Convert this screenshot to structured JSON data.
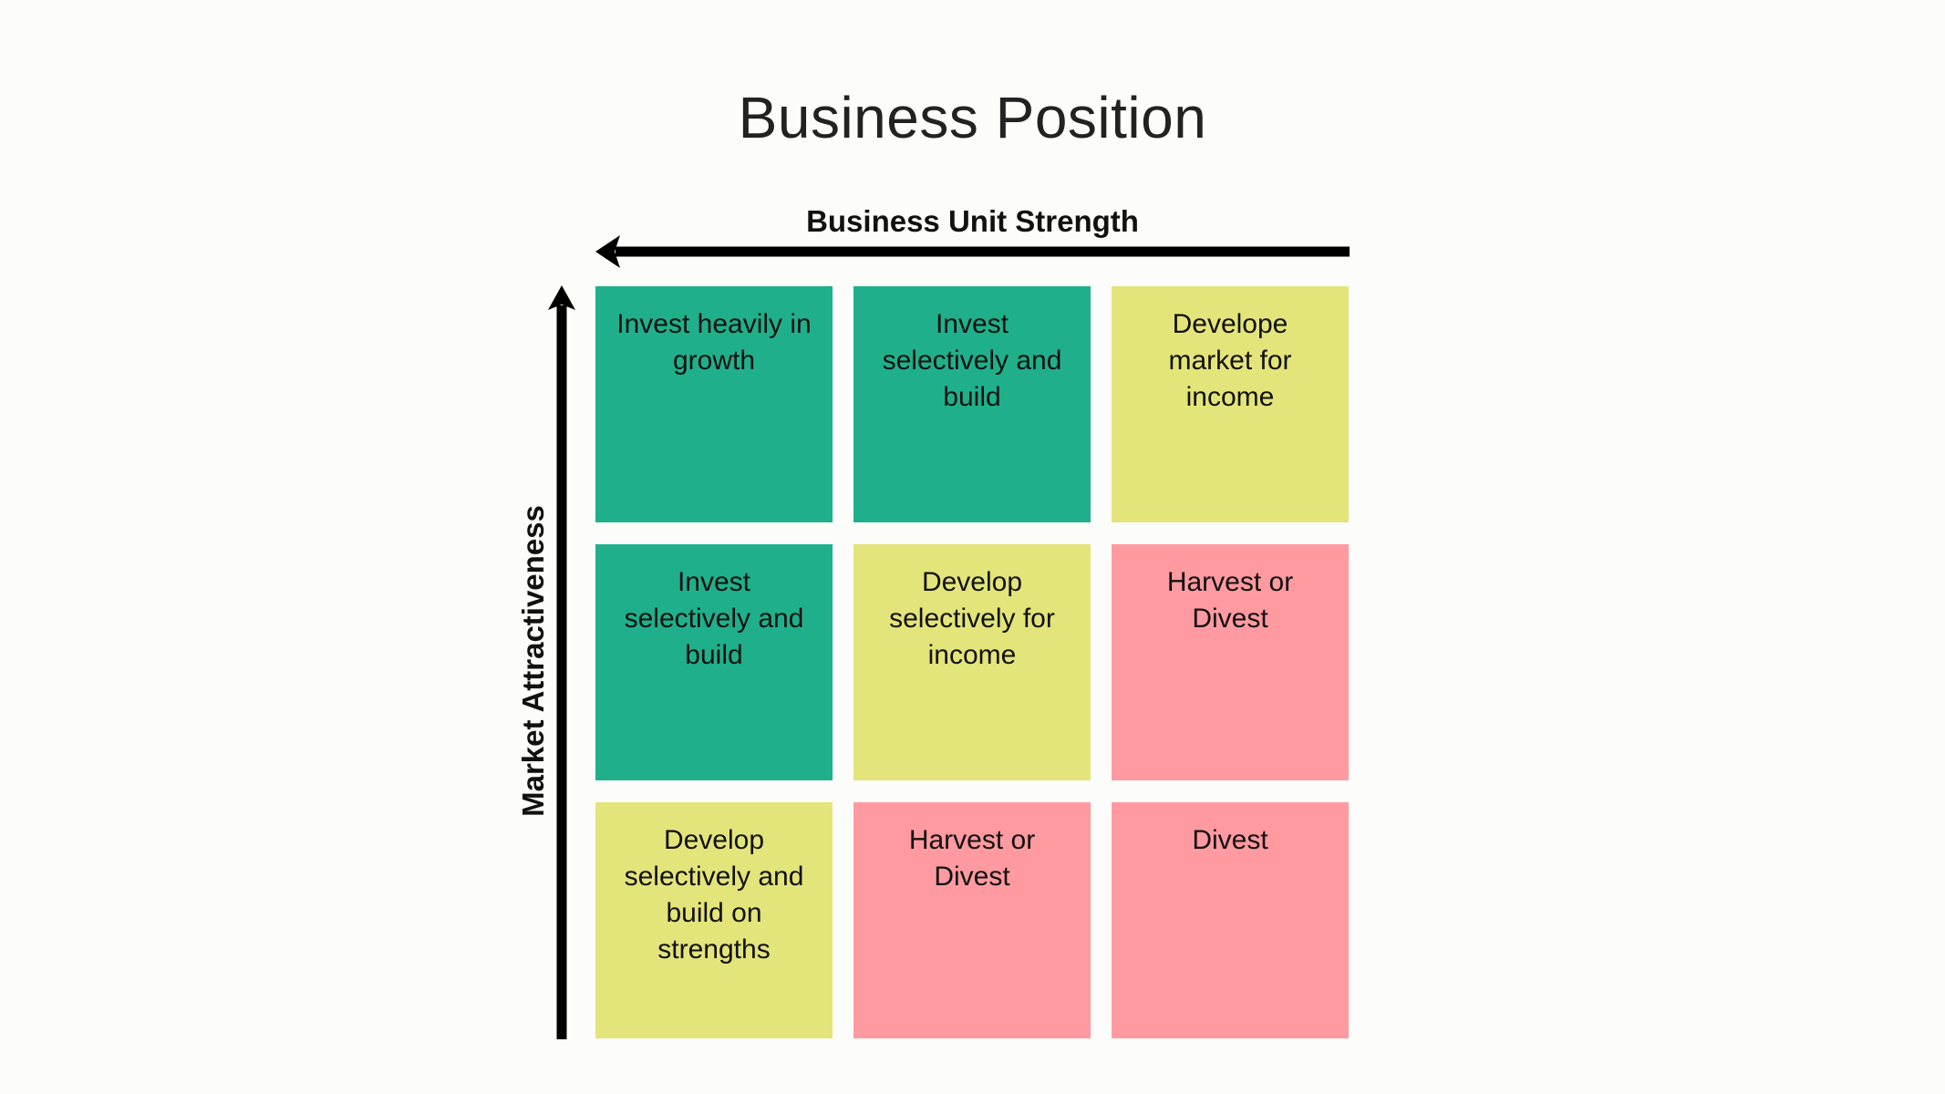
{
  "title": "Business Position",
  "x_axis_label": "Business Unit Strength",
  "y_axis_label": "Market Attractiveness",
  "colors": {
    "invest": "#1fb08b",
    "develop": "#e3e47a",
    "harvest": "#ff9aa0",
    "arrow": "#000000"
  },
  "cells": [
    {
      "text": "Invest heavily in\ngrowth",
      "category": "invest"
    },
    {
      "text": "Invest\nselectively and\nbuild",
      "category": "invest"
    },
    {
      "text": "Develope\nmarket for\nincome",
      "category": "develop"
    },
    {
      "text": "Invest\nselectively and\nbuild",
      "category": "invest"
    },
    {
      "text": "Develop\nselectively for\nincome",
      "category": "develop"
    },
    {
      "text": "Harvest or\nDivest",
      "category": "harvest"
    },
    {
      "text": "Develop\nselectively and\nbuild on\nstrengths",
      "category": "develop"
    },
    {
      "text": "Harvest or\nDivest",
      "category": "harvest"
    },
    {
      "text": "Divest",
      "category": "harvest"
    }
  ]
}
